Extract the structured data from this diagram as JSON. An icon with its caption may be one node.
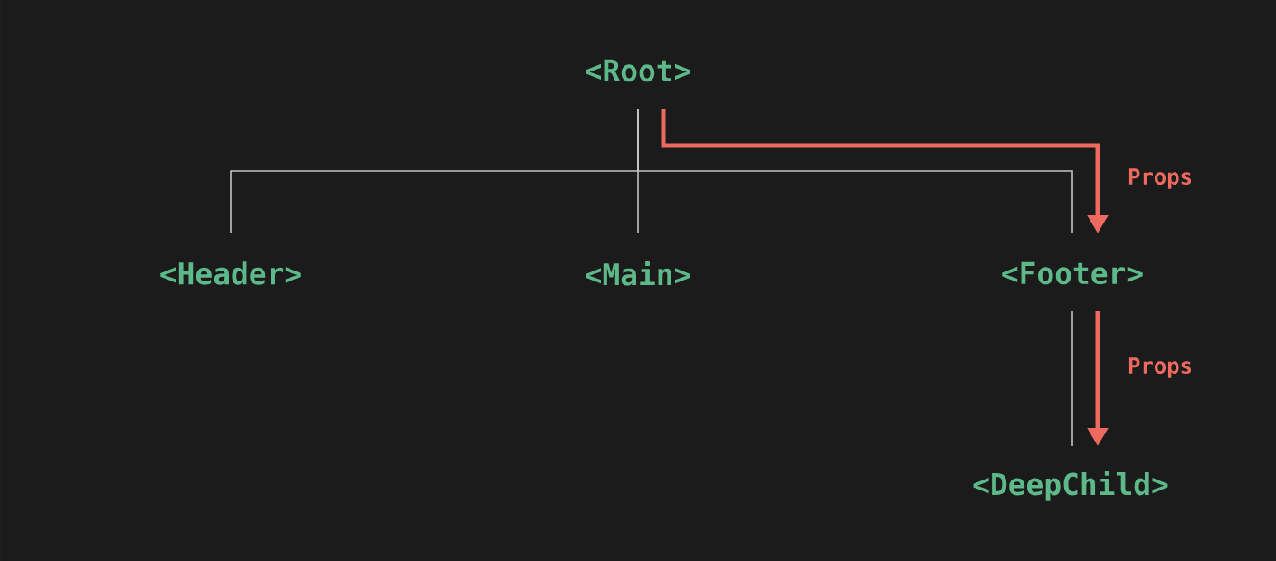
{
  "diagram": {
    "nodes": [
      {
        "text": [
          "<Root>"
        ]
      },
      {
        "text": [
          "<Header>"
        ]
      },
      {
        "text": [
          "<Main>"
        ]
      },
      {
        "text": [
          "<Footer>"
        ]
      },
      {
        "text": [
          "<DeepChild>"
        ]
      }
    ],
    "edges": [
      {
        "from": 0,
        "to": 1,
        "arrow": "none"
      },
      {
        "from": 0,
        "to": 2,
        "arrow": "none"
      },
      {
        "from": 0,
        "to": 3,
        "arrow": "none"
      },
      {
        "from": 0,
        "to": 3,
        "arrow": "to",
        "label": "Props",
        "style": "thick",
        "color": "#ee6a60"
      },
      {
        "from": 3,
        "to": 4,
        "arrow": "none"
      },
      {
        "from": 3,
        "to": 4,
        "arrow": "to",
        "label": "Props",
        "style": "thick",
        "color": "#ee6a60"
      }
    ]
  }
}
